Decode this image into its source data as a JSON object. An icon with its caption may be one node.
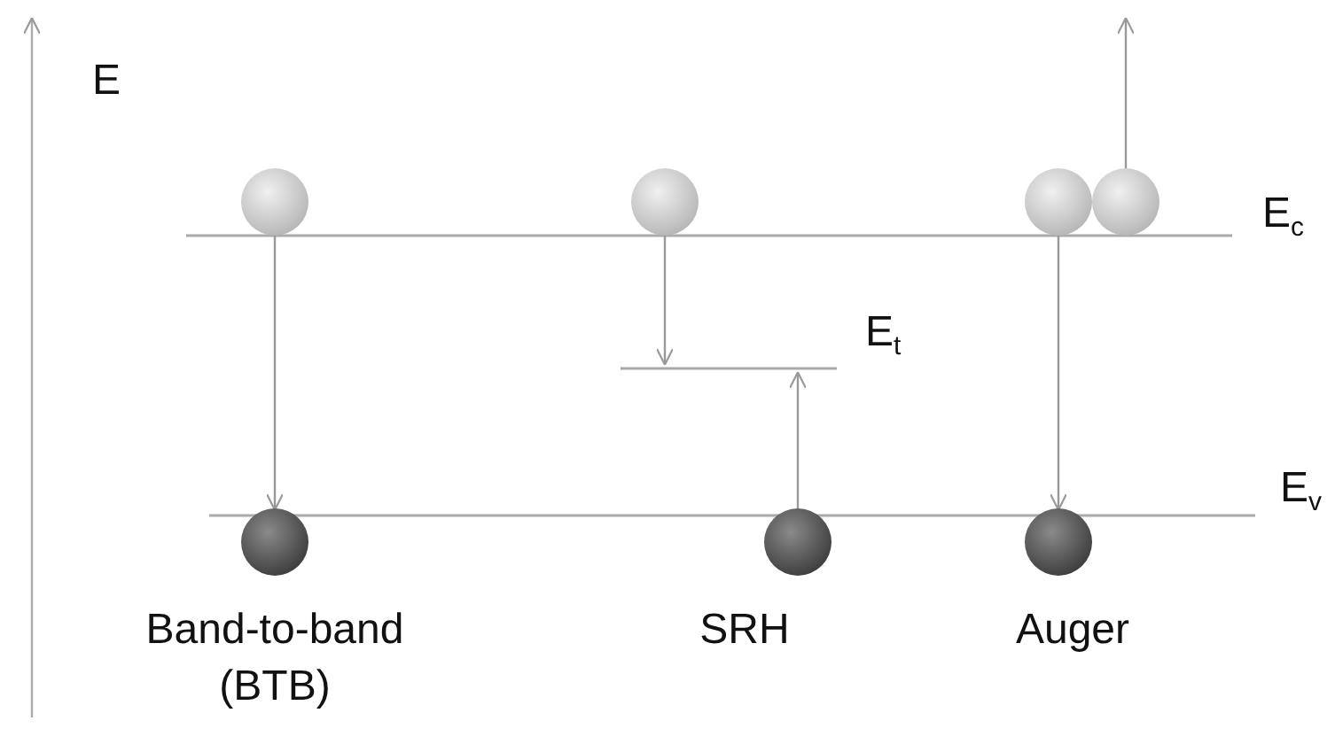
{
  "diagram": {
    "nodes": [
      {
        "text": [],
        "shape": "circle"
      },
      {
        "text": [],
        "shape": "circle"
      },
      {
        "text": [],
        "shape": "circle"
      },
      {
        "text": [],
        "shape": "circle"
      },
      {
        "text": [],
        "shape": "circle"
      },
      {
        "text": [],
        "shape": "circle"
      },
      {
        "text": [],
        "shape": "circle"
      }
    ],
    "edges": [
      {
        "from": 0,
        "to": 4,
        "arrow": "to"
      },
      {
        "from": 1,
        "to": null,
        "arrow": "to"
      },
      {
        "from": 5,
        "to": null,
        "arrow": "to"
      },
      {
        "from": 2,
        "to": 6,
        "arrow": "to"
      },
      {
        "from": 3,
        "to": null,
        "arrow": "to"
      }
    ],
    "labels": [
      "E",
      "E$_{c}$",
      "E$_{t}$",
      "E$_{v}$",
      "Band-to-band (BTB)",
      "SRH",
      "Auger"
    ]
  }
}
